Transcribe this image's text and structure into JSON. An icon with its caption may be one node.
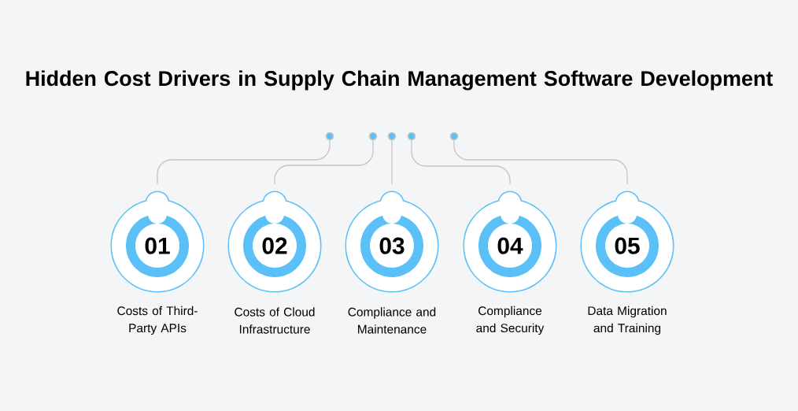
{
  "diagram": {
    "title": "Hidden Cost Drivers in Supply Chain Management Software Development",
    "nodes": [
      {
        "text": [],
        "shape": "circle"
      },
      {
        "text": [],
        "shape": "circle"
      },
      {
        "text": [],
        "shape": "circle"
      },
      {
        "text": [],
        "shape": "circle"
      },
      {
        "text": [],
        "shape": "circle"
      },
      {
        "text": [
          "01"
        ],
        "beside": [
          "Costs of Third-Party APIs"
        ]
      },
      {
        "text": [
          "02"
        ],
        "beside": [
          "Costs of Cloud Infrastructure"
        ]
      },
      {
        "text": [
          "03"
        ],
        "beside": [
          "Compliance and Maintenance"
        ]
      },
      {
        "text": [
          "04"
        ],
        "beside": [
          "Compliance and Security"
        ]
      },
      {
        "text": [
          "05"
        ],
        "beside": [
          "Data Migration and Training"
        ]
      }
    ],
    "edges": [
      {
        "from": 0,
        "to": 5,
        "arrow": "none"
      },
      {
        "from": 1,
        "to": 6,
        "arrow": "none"
      },
      {
        "from": 2,
        "to": 7,
        "arrow": "none"
      },
      {
        "from": 3,
        "to": 8,
        "arrow": "none"
      },
      {
        "from": 4,
        "to": 9,
        "arrow": "none"
      }
    ]
  }
}
